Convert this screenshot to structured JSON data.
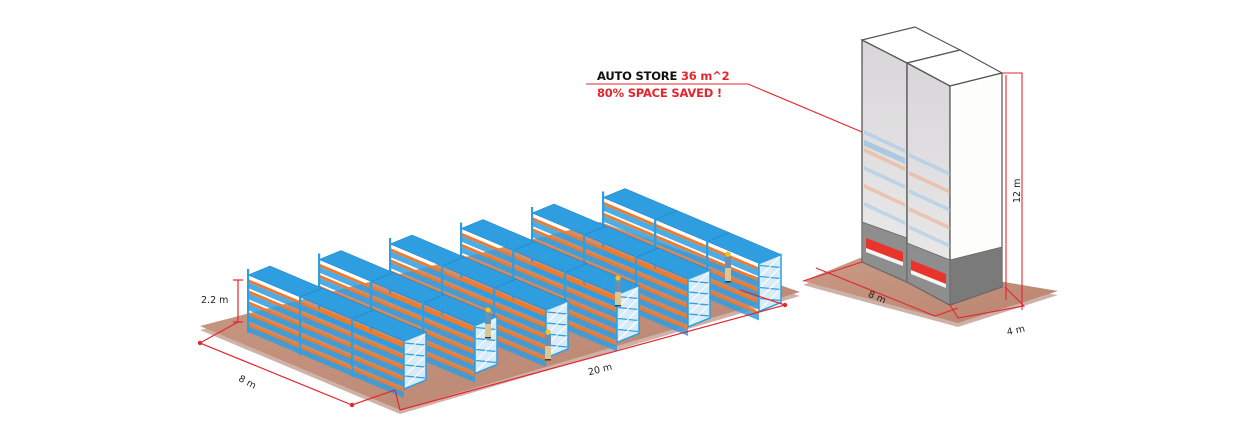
{
  "callout": {
    "title": "AUTO STORE",
    "area": "36 m^2",
    "saving": "80% SPACE SAVED !"
  },
  "conventional_racking": {
    "height_label": "2.2 m",
    "width_label": "8 m",
    "length_label": "20 m",
    "rack_rows": 6,
    "workers": 4
  },
  "autostore": {
    "height_label": "12 m",
    "length_label": "8 m",
    "width_label": "4 m",
    "modules": 2
  },
  "colors": {
    "rack_blue": "#2f9ee0",
    "rack_orange": "#f07a2a",
    "floor": "#c9977f",
    "dimension_line": "#e3262e",
    "cabinet_gray": "#8a8a8a"
  }
}
